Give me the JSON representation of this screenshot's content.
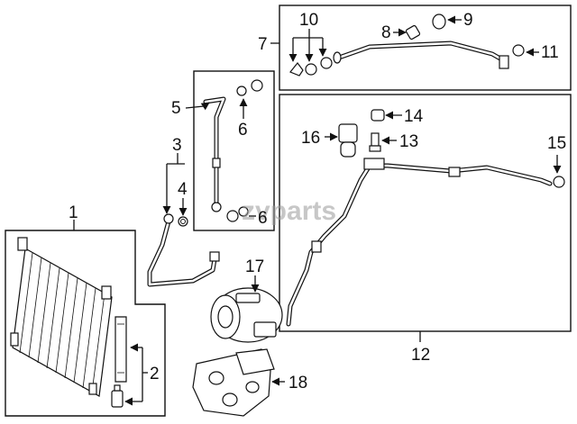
{
  "watermark": "zvparts",
  "callouts": {
    "c1": "1",
    "c2": "2",
    "c3": "3",
    "c4": "4",
    "c5": "5",
    "c6a": "6",
    "c6b": "6",
    "c7": "7",
    "c8": "8",
    "c9": "9",
    "c10": "10",
    "c11": "11",
    "c12": "12",
    "c13": "13",
    "c14": "14",
    "c15": "15",
    "c16": "16",
    "c17": "17",
    "c18": "18"
  }
}
